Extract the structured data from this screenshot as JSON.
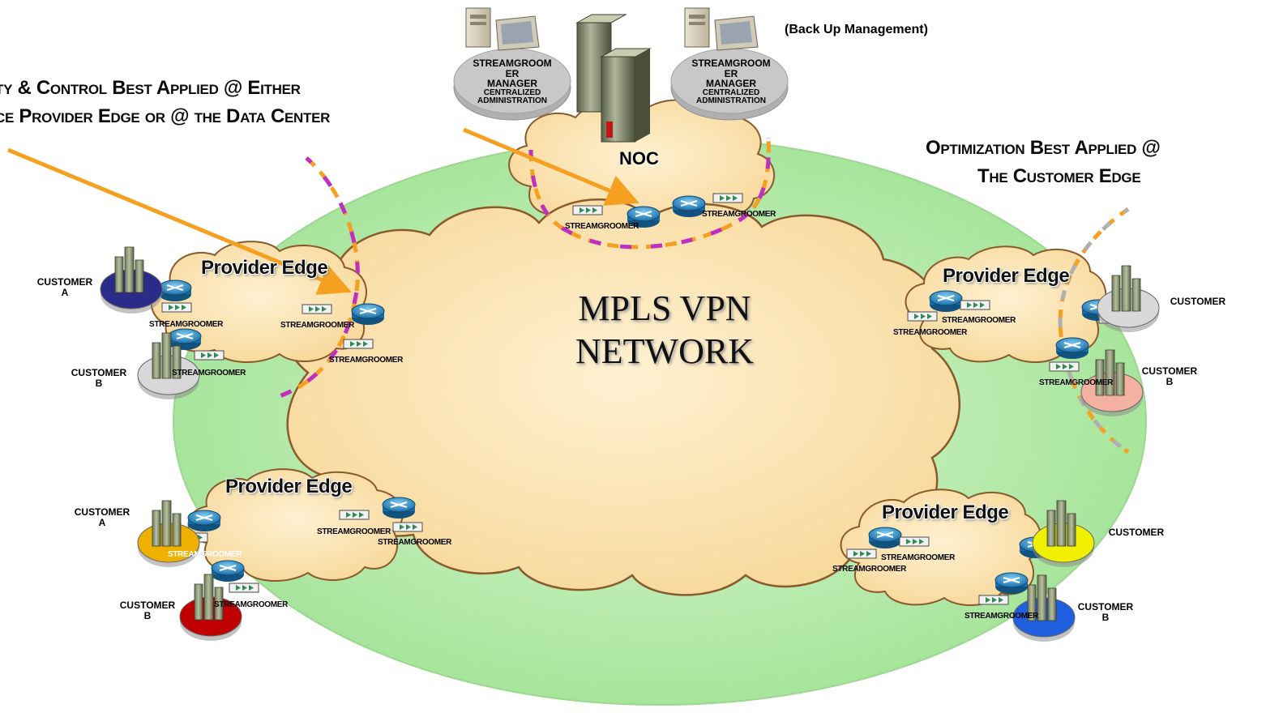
{
  "core": {
    "line1": "MPLS VPN",
    "line2": "NETWORK"
  },
  "noc": "NOC",
  "backup": "(Back Up Management)",
  "managers": [
    {
      "line1": "STREAMGROOM",
      "line2": "ER",
      "line3": "MANAGER",
      "line4": "CENTRALIZED",
      "line5": "ADMINISTRATION"
    },
    {
      "line1": "STREAMGROOM",
      "line2": "ER",
      "line3": "MANAGER",
      "line4": "CENTRALIZED",
      "line5": "ADMINISTRATION"
    }
  ],
  "annotations": {
    "left_line1": "ty & Control Best Applied @ Either",
    "left_line2": "ce Provider Edge or @ the Data Center",
    "right_line1": "Optimization Best Applied @",
    "right_line2": "The Customer Edge"
  },
  "provider_edges": [
    "Provider Edge",
    "Provider Edge",
    "Provider Edge",
    "Provider Edge"
  ],
  "device_label": "STREAMGROOMER",
  "customers": {
    "tl_a": {
      "name": "CUSTOMER",
      "id": "A"
    },
    "tl_b": {
      "name": "CUSTOMER",
      "id": "B"
    },
    "bl_a": {
      "name": "CUSTOMER",
      "id": "A"
    },
    "bl_b": {
      "name": "CUSTOMER",
      "id": "B"
    },
    "tr_a": {
      "name": "CUSTOMER",
      "id": ""
    },
    "tr_b": {
      "name": "CUSTOMER",
      "id": "B"
    },
    "br_a": {
      "name": "CUSTOMER",
      "id": ""
    },
    "br_b": {
      "name": "CUSTOMER",
      "id": "B"
    }
  },
  "colors": {
    "outer_ring": "#b8ecb0",
    "cloud": "#fbe2b0",
    "cloud_stroke": "#8a5a2a",
    "arrow": "#f5a020",
    "dash_magenta": "#c030c0",
    "dash_orange": "#f5a020",
    "dash_gray": "#b0b0b0",
    "router": "#2a8ed0",
    "customer_tl_a": "#2b2c8a",
    "customer_tl_b": "#d8d8d8",
    "customer_bl_a": "#f0b000",
    "customer_bl_b": "#c00000",
    "customer_tr_a": "#d8d8d8",
    "customer_tr_b": "#f4b0a0",
    "customer_br_a": "#f0f000",
    "customer_br_b": "#2060e0"
  }
}
